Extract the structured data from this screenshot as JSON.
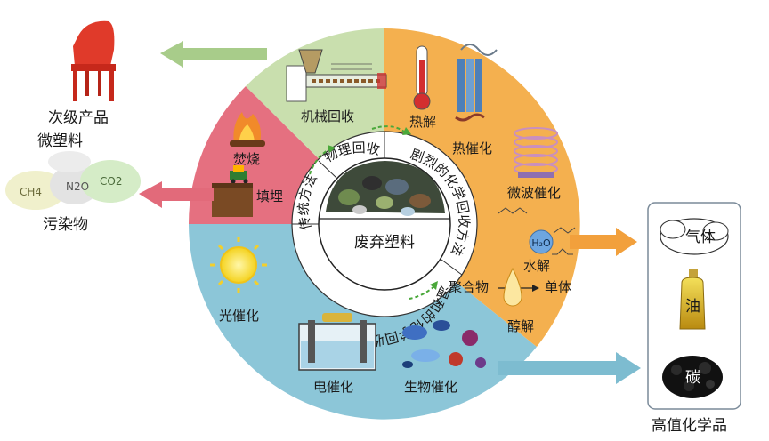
{
  "center": {
    "label": "废弃塑料"
  },
  "inner_ring": {
    "physical": "物理回收",
    "traditional": "传统方法",
    "intense": "剧烈的化学回收方法",
    "mild": "温和的化学回收方法"
  },
  "sectors": {
    "mechanical": "机械回收",
    "incineration": "焚烧",
    "landfill": "填埋",
    "pyrolysis": "热解",
    "thermal_catalysis": "热催化",
    "microwave_catalysis": "微波催化",
    "hydrolysis": "水解",
    "polymer": "聚合物",
    "monomer": "单体",
    "alcoholysis": "醇解",
    "photocatalysis": "光催化",
    "electrocatalysis": "电催化",
    "biocatalysis": "生物催化"
  },
  "outputs": {
    "secondary_products": "次级产品",
    "microplastics": "微塑料",
    "pollutants": "污染物",
    "gas": "气体",
    "oil": "油",
    "carbon": "碳",
    "high_value_chemicals": "高值化学品"
  },
  "gas_molecules": [
    "CH4",
    "N2O",
    "CO2"
  ],
  "colors": {
    "green_sector": "#c9dfae",
    "pink_sector": "#e57080",
    "orange_sector": "#f4b04f",
    "blue_sector": "#8cc6d8",
    "green_arrow": "#a8cc8a",
    "pink_arrow": "#e26a7a",
    "orange_arrow": "#f2a03c",
    "blue_arrow": "#7dbcd0"
  }
}
